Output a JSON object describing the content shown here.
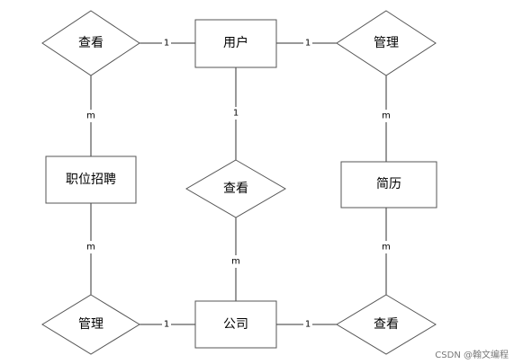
{
  "diagram": {
    "entities": {
      "user": "用户",
      "job": "职位招聘",
      "resume": "简历",
      "company": "公司"
    },
    "relationships": {
      "view_top": "查看",
      "manage_top": "管理",
      "view_center": "查看",
      "manage_bottom": "管理",
      "view_bottom": "查看"
    },
    "cardinalities": {
      "view_top_user": "1",
      "user_manage_top": "1",
      "view_top_job": "m",
      "manage_top_resume": "m",
      "user_view_center": "1",
      "job_manage_bottom": "m",
      "resume_view_bottom": "m",
      "view_center_company": "m",
      "manage_bottom_company": "1",
      "company_view_bottom": "1"
    }
  },
  "footer": {
    "watermark": "CSDN @翰文编程"
  }
}
